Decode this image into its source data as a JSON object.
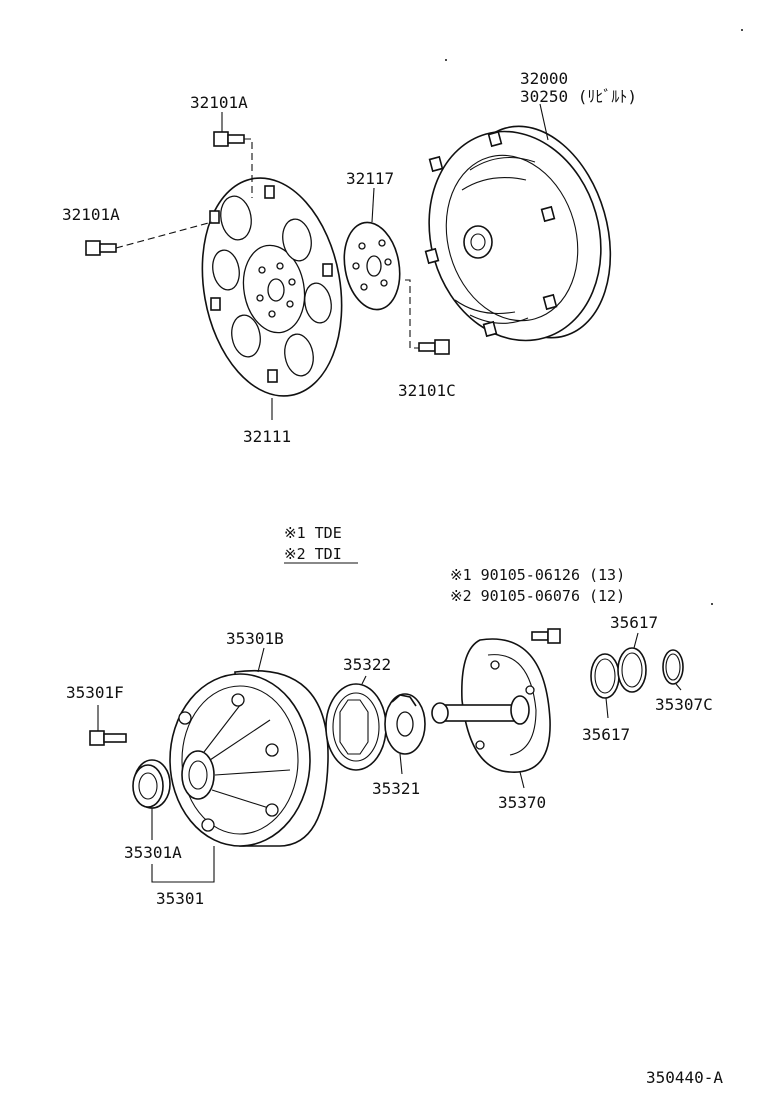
{
  "diagram": {
    "parts": {
      "p32000": "32000",
      "p30250": "30250 (ﾘﾋﾞﾙﾄ)",
      "p32101a_top": "32101A",
      "p32101a_left": "32101A",
      "p32117": "32117",
      "p32101c": "32101C",
      "p32111": "32111",
      "p35301b": "35301B",
      "p35322": "35322",
      "p35301f": "35301F",
      "p35321": "35321",
      "p35370": "35370",
      "p35617_top": "35617",
      "p35617_bottom": "35617",
      "p35307c": "35307C",
      "p35301a": "35301A",
      "p35301": "35301"
    },
    "legend": {
      "line1": "※1  TDE",
      "line2": "※2  TDI"
    },
    "bolt_notes": {
      "line1": "※1  90105-06126 (13)",
      "line2": "※2  90105-06076 (12)"
    },
    "figure_id": "350440-A"
  }
}
